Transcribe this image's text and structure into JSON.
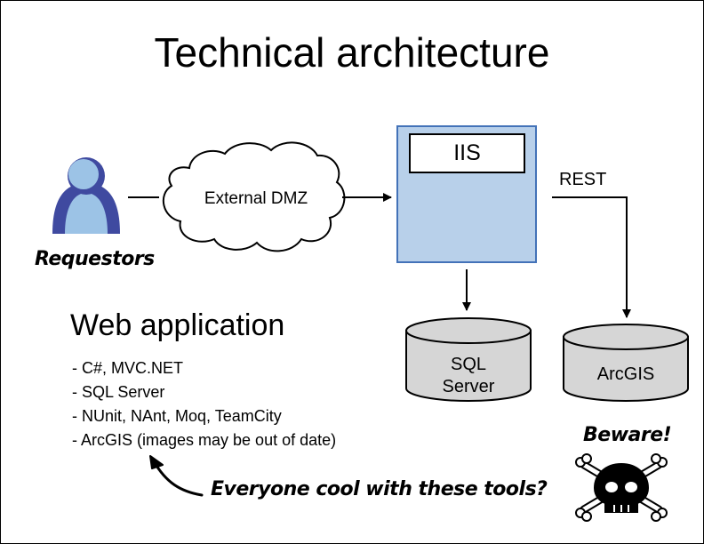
{
  "title": "Technical architecture",
  "nodes": {
    "requestors": "Requestors",
    "external_dmz": "External DMZ",
    "iis": "IIS",
    "rest": "REST",
    "sql_server": [
      "SQL",
      "Server"
    ],
    "arcgis": "ArcGIS",
    "beware": "Beware!"
  },
  "web_application": {
    "heading": "Web application",
    "items": [
      "- C#, MVC.NET",
      "- SQL Server",
      "- NUnit, NAnt, Moq, TeamCity",
      "- ArcGIS (images may be out of date)"
    ]
  },
  "question": "Everyone cool with these tools?",
  "colors": {
    "person": "#3f4aa0",
    "person_light": "#9cc3e6",
    "server_fill": "#b8d0ea",
    "server_border": "#4372b8",
    "cylinder_fill": "#d6d6d6"
  },
  "icons": {
    "requestor": "person-icon",
    "warning": "skull-crossbones-icon"
  }
}
